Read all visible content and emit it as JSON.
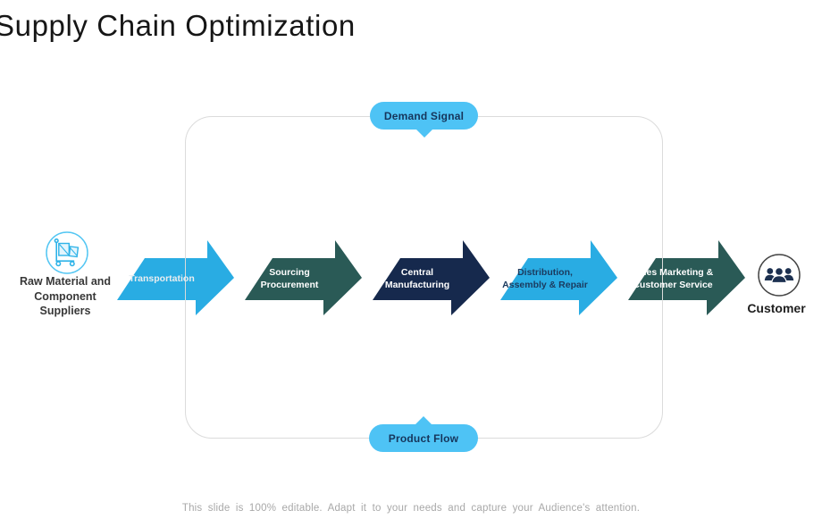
{
  "title": "Supply Chain Optimization",
  "badges": {
    "top": "Demand Signal",
    "bottom": "Product Flow"
  },
  "flow": {
    "start_node": {
      "icon": "hand-truck-boxes-icon",
      "label": "Raw Material and\nComponent\nSuppliers"
    },
    "end_node": {
      "icon": "customers-group-icon",
      "label": "Customer"
    },
    "arrows": [
      {
        "label": "Transportation",
        "color": "#29ACE3",
        "text_color": "#E9EDF0"
      },
      {
        "label": "Sourcing\nProcurement",
        "color": "#2A5A56",
        "text_color": "#FFFFFF"
      },
      {
        "label": "Central\nManufacturing",
        "color": "#16294D",
        "text_color": "#FFFFFF"
      },
      {
        "label": "Distribution,\nAssembly & Repair",
        "color": "#29ACE3",
        "text_color": "#1B3A5E"
      },
      {
        "label": "Sales Marketing &\nCustomer  Service",
        "color": "#2A5A56",
        "text_color": "#FFFFFF"
      }
    ]
  },
  "footer": "This slide is 100% editable. Adapt it to your needs and capture your Audience's attention.",
  "palette": {
    "badge_blue": "#4EC3F5",
    "badge_text": "#16355B",
    "arrow_blue": "#29ACE3",
    "arrow_teal": "#2A5A56",
    "arrow_navy": "#16294D",
    "icon_blue": "#2FB3E8",
    "people_navy": "#1C3050",
    "frame_border": "#DBDBDB",
    "footer_gray": "#A8A8A8"
  }
}
